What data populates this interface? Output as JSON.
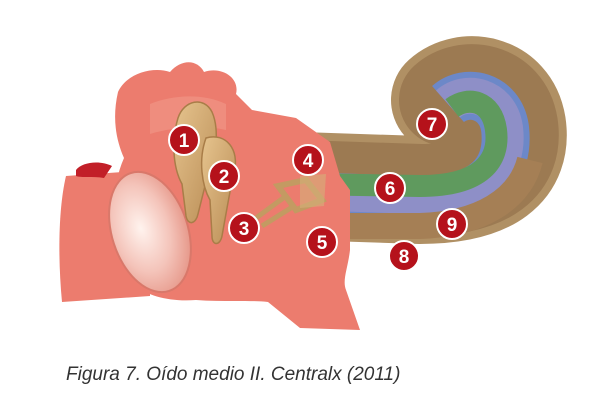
{
  "figure": {
    "caption": "Figura 7. Oído medio II. Centralx (2011)",
    "markers": [
      "1",
      "2",
      "3",
      "4",
      "5",
      "6",
      "7",
      "8",
      "9"
    ]
  },
  "colors": {
    "tissue": "#ec7c6e",
    "tissue_light": "#f6a597",
    "ossicle": "#cfa46c",
    "marker": "#b5121b",
    "cochlea_outer": "#9c7a52",
    "cochlea_green": "#5f9a5e",
    "cochlea_purple": "#8e8fc7",
    "cochlea_blue": "#6c88c8"
  }
}
